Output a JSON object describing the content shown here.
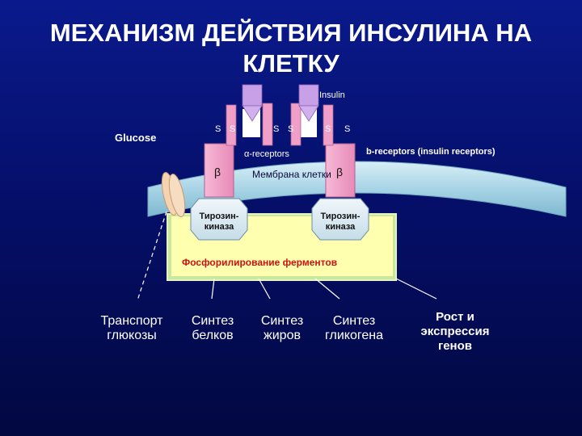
{
  "title": {
    "line1": "МЕХАНИЗМ ДЕЙСТВИЯ ИНСУЛИНА НА",
    "line2": "КЛЕТКУ"
  },
  "diagram": {
    "insulin_label": "Insulin",
    "glucose_label": "Glucose",
    "ss_bonds": [
      "S",
      "S",
      "S",
      "S",
      "S",
      "S"
    ],
    "alpha_receptors_label": "α-receptors",
    "b_receptors_label": "b-receptors (insulin receptors)",
    "membrane_label": "Мембрана клетки",
    "beta_symbol": "β",
    "tyrosine_kinase_line1": "Тирозин-",
    "tyrosine_kinase_line2": "киназа",
    "phosphorylation_label": "Фосфорилирование ферментов"
  },
  "outcomes": [
    {
      "line1": "Транспорт",
      "line2": "глюкозы",
      "line3": ""
    },
    {
      "line1": "Синтез",
      "line2": "белков",
      "line3": ""
    },
    {
      "line1": "Синтез",
      "line2": "жиров",
      "line3": ""
    },
    {
      "line1": "Синтез",
      "line2": "гликогена",
      "line3": ""
    },
    {
      "line1": "Рост и",
      "line2": "экспрессия",
      "line3": "генов"
    }
  ],
  "colors": {
    "background": "#0a1a8c",
    "membrane": "#a8d4e6",
    "receptor_pink": "#f2a0c8",
    "insulin_violet": "#c8a0e8",
    "box_yellow": "#ffffb0",
    "box_border": "#c8e8a0",
    "phospho_text": "#d01010"
  }
}
